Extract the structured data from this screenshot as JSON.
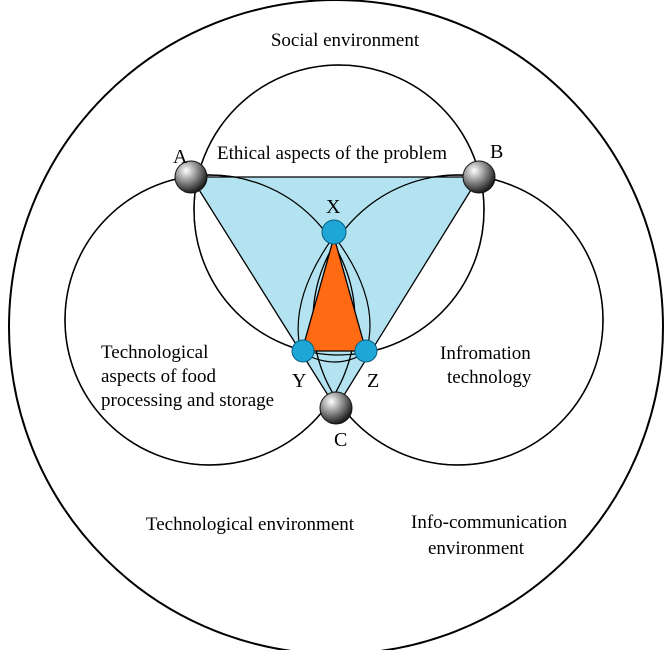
{
  "diagram": {
    "labels": {
      "social_environment": "Social environment",
      "ethical_aspects": "Ethical aspects of the problem",
      "tech_aspects": [
        "Technological",
        "aspects of food",
        "processing and storage"
      ],
      "info_technology": [
        "Infromation",
        "technology"
      ],
      "tech_environment": "Technological environment",
      "info_comm_environment": [
        "Info-communication",
        "environment"
      ]
    },
    "points": {
      "a": "A",
      "b": "B",
      "c": "C",
      "x": "X",
      "y": "Y",
      "z": "Z"
    },
    "colors": {
      "outline": "#000000",
      "triangle_fill": "#b3e3f0",
      "inner_triangle_fill": "#ff6a13",
      "small_node_fill": "#1ea6d6",
      "large_node_fill": "#7a7a7a"
    }
  }
}
